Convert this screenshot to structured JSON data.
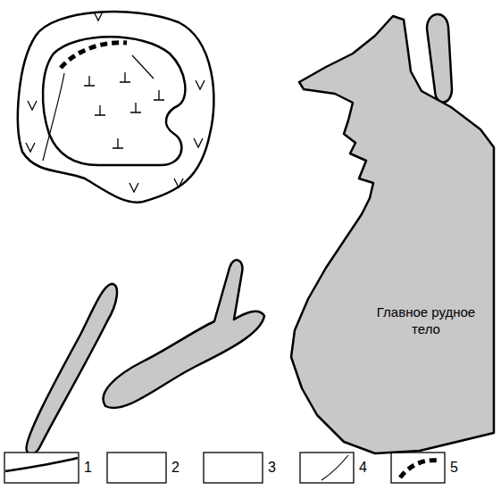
{
  "diagram": {
    "nodes": [
      {
        "text": [
          "Главное рудное тело"
        ]
      }
    ],
    "legend": [
      {
        "text": "1"
      },
      {
        "text": "2"
      },
      {
        "text": "3"
      },
      {
        "text": "4"
      },
      {
        "text": "5"
      }
    ]
  }
}
